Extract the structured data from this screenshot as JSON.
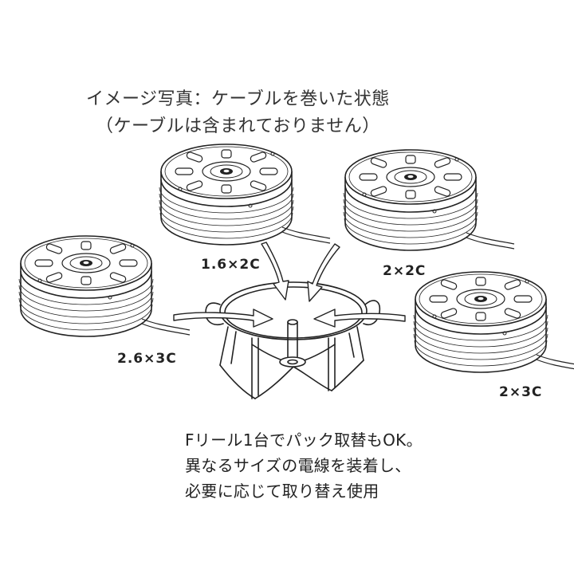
{
  "header": {
    "line1": "イメージ写真：ケーブルを巻いた状態",
    "line2": "（ケーブルは含まれておりません）"
  },
  "reels": [
    {
      "id": "tl",
      "label": "1.6×2C"
    },
    {
      "id": "tr",
      "label": "2×2C"
    },
    {
      "id": "ml",
      "label": "2.6×3C"
    },
    {
      "id": "mr",
      "label": "2×3C"
    }
  ],
  "caption": {
    "line1": "Fリール1台でパック取替もOK。",
    "line2": "異なるサイズの電線を装着し、",
    "line3": "必要に応じて取り替え使用"
  },
  "colors": {
    "stroke": "#222222",
    "text": "#333333",
    "background": "#ffffff"
  }
}
